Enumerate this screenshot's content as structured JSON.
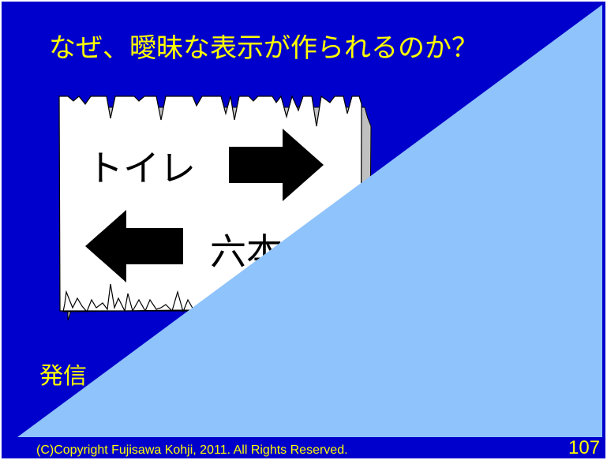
{
  "slide": {
    "title": "なぜ、曖昧な表示が作られるのか？",
    "sign": {
      "label_toilet": "トイレ",
      "label_roppongi": "六本",
      "arrow_right_icon": "right-arrow-icon",
      "arrow_left_icon": "left-arrow-icon"
    },
    "body_text": "発信",
    "footer": {
      "copyright": "(C)Copyright Fujisawa Kohji, 2011.  All Rights Reserved.",
      "page_number": "107"
    }
  },
  "colors": {
    "slide_background": "#0000cc",
    "title_text": "#ffff00",
    "footer_text": "#ffff00",
    "sign_paper": "#ffffff",
    "sign_shadow": "#c0c0c0",
    "arrow": "#000000",
    "transition_overlay": "#8fc3fb",
    "outer_frame": "#ffffff"
  }
}
